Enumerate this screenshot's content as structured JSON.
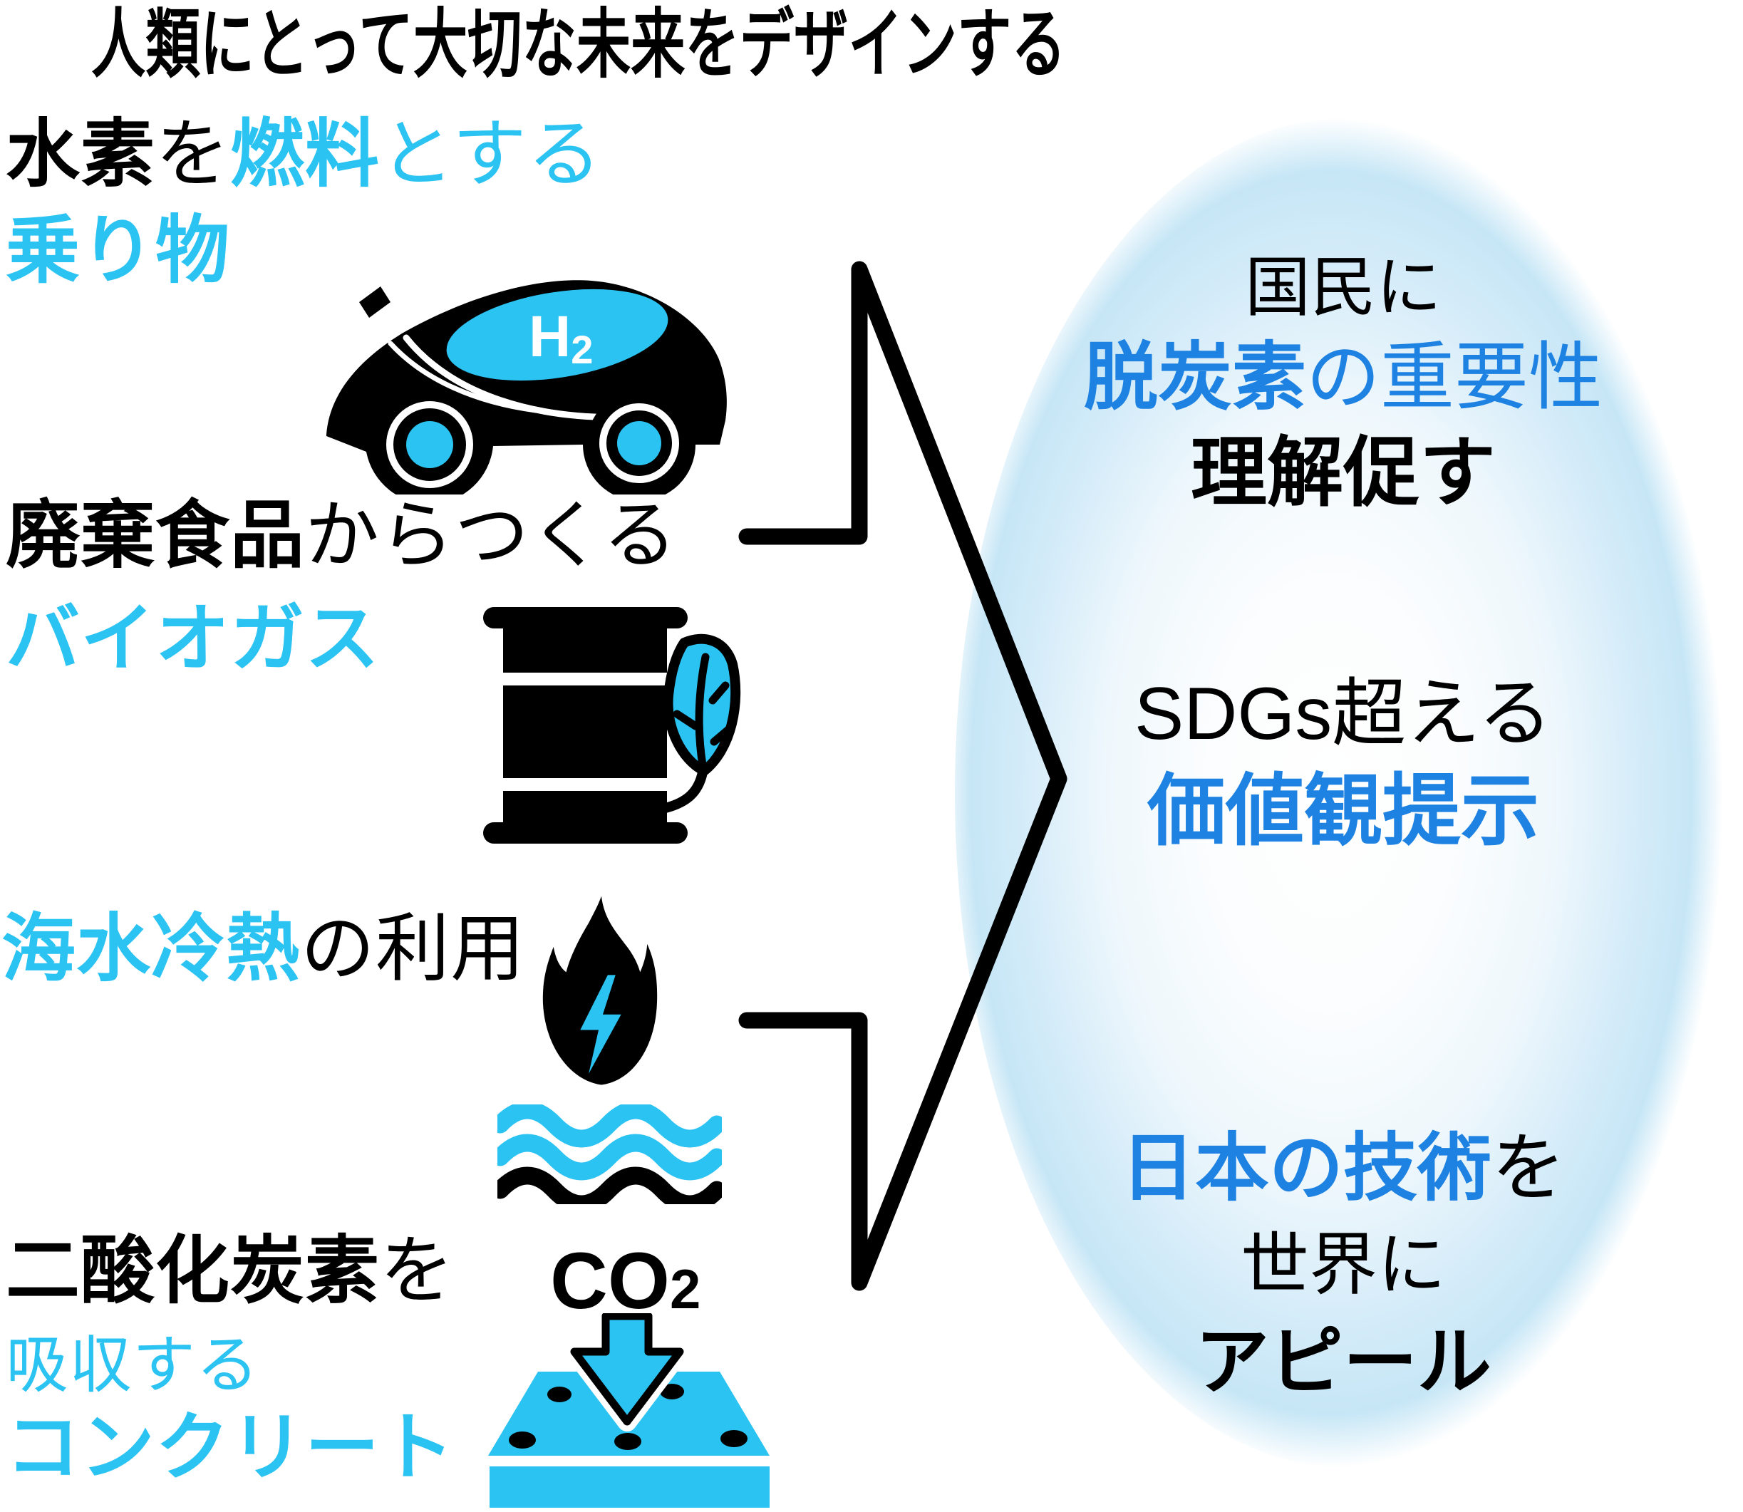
{
  "title": "人類にとって大切な未来をデザインする",
  "colors": {
    "cyan": "#2BC3F2",
    "blue": "#1E82E2",
    "black": "#000000",
    "ellipse_edge": "#C6E6F6"
  },
  "items": {
    "hydrogen": {
      "seg_black_bold": "水素",
      "seg_black": "を",
      "seg_cyan_bold": "燃料",
      "seg_cyan": "とする",
      "line2": "乗り物",
      "window_label": "H",
      "window_label_sub": "2"
    },
    "biogas": {
      "seg_black_bold": "廃棄食品",
      "seg_black": "からつくる",
      "line2": "バイオガス"
    },
    "seawater": {
      "seg_cyan_bold": "海水冷熱",
      "seg_black": "の利用"
    },
    "concrete": {
      "seg_black_bold": "二酸化炭素",
      "seg_black": "を",
      "line2": "吸収する",
      "line3": "コンクリート",
      "co2_label": "CO",
      "co2_label_sub": "2"
    }
  },
  "outcomes": {
    "first": {
      "line1": "国民に",
      "line2_blue_bold": "脱炭素",
      "line2_blue": "の重要性",
      "line3": "理解促す"
    },
    "second": {
      "line1": "SDGs超える",
      "line2": "価値観提示"
    },
    "third": {
      "line1_blue_bold": "日本の技術",
      "line1_black": "を",
      "line2": "世界に",
      "line3": "アピール"
    }
  }
}
